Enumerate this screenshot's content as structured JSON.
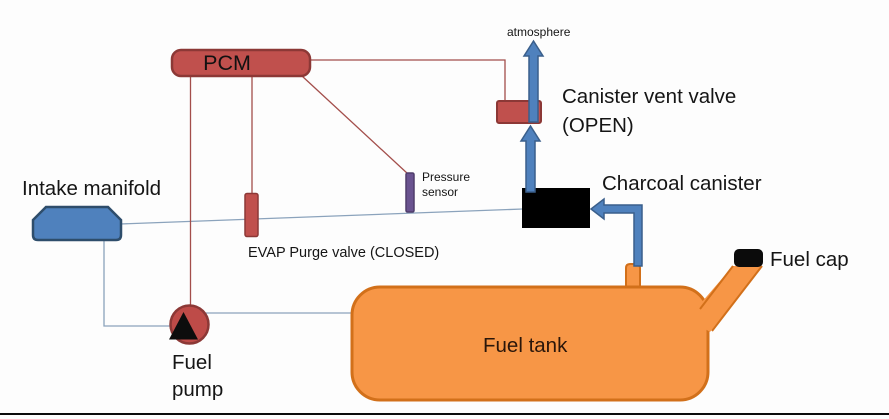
{
  "diagram": {
    "labels": {
      "pcm": "PCM",
      "intake_manifold": "Intake manifold",
      "atmosphere": "atmosphere",
      "canister_vent_valve": {
        "name": "Canister vent valve",
        "state": "(OPEN)"
      },
      "charcoal_canister": "Charcoal canister",
      "pressure_sensor": {
        "line1": "Pressure",
        "line2": "sensor"
      },
      "evap_purge_valve": "EVAP Purge valve (CLOSED)",
      "fuel_pump": {
        "line1": "Fuel",
        "line2": "pump"
      },
      "fuel_tank": "Fuel tank",
      "fuel_cap": "Fuel cap"
    },
    "colors": {
      "component_red": "#C0504D",
      "component_red_border": "#8C3836",
      "flow_arrow_blue": "#4F81BD",
      "flow_arrow_blue_border": "#3A5F8B",
      "intake_manifold_blue": "#4F81BD",
      "tank_orange": "#F79646",
      "tank_orange_border": "#D2701A",
      "pressure_sensor_purple": "#6A5390",
      "charcoal_canister_black": "#000000",
      "control_wire_red": "#A34E4B",
      "vapor_line_blue": "#8BA3BC"
    }
  }
}
